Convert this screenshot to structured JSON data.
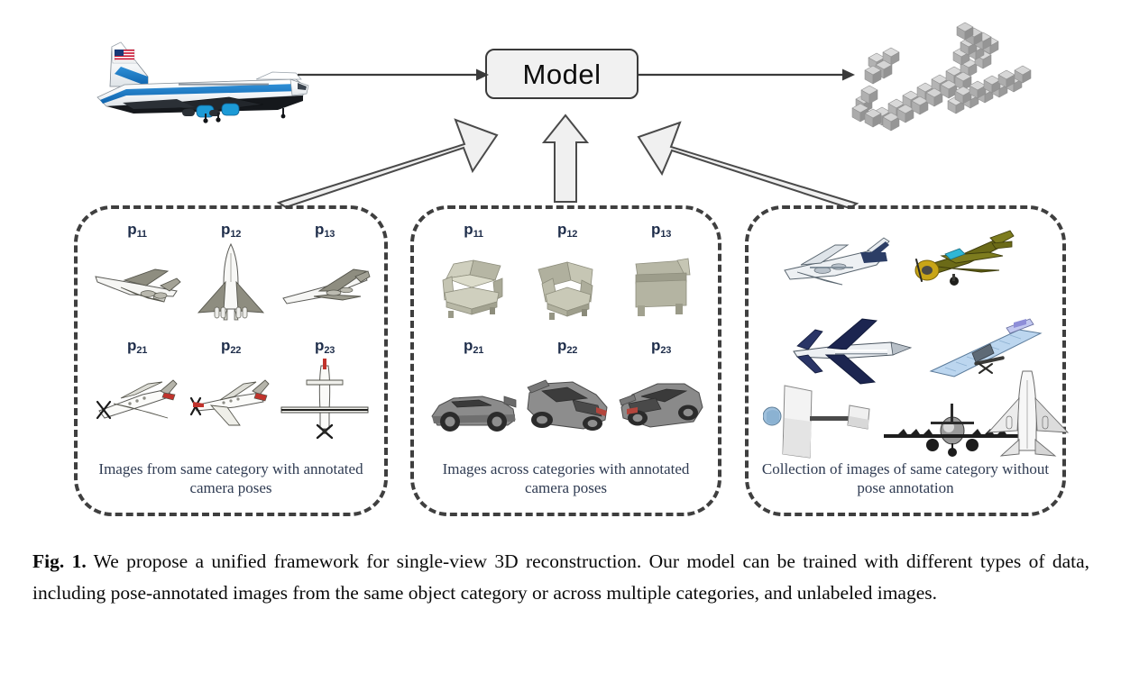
{
  "figure": {
    "model_box": {
      "label": "Model"
    },
    "input": {
      "name": "air-force-one-airplane-photo"
    },
    "output": {
      "name": "voxelized-3d-airplane-reconstruction"
    },
    "arrows": {
      "input_to_model": "arrow-right",
      "model_to_output": "arrow-right",
      "panel1_to_model": "block-arrow-up-right",
      "panel2_to_model": "block-arrow-up",
      "panel3_to_model": "block-arrow-up-left"
    },
    "panels": [
      {
        "id": "panel-1",
        "caption": "Images from same category with annotated camera poses",
        "pose_labels": [
          "p11",
          "p12",
          "p13",
          "p21",
          "p22",
          "p23"
        ],
        "pose_label_base": "p",
        "pose_label_subs": [
          "11",
          "12",
          "13",
          "21",
          "22",
          "23"
        ],
        "items": [
          {
            "name": "concorde-jet-three-quarter-view"
          },
          {
            "name": "concorde-jet-top-view"
          },
          {
            "name": "concorde-jet-rear-three-quarter-view"
          },
          {
            "name": "propeller-plane-three-quarter-view"
          },
          {
            "name": "propeller-plane-side-view"
          },
          {
            "name": "propeller-plane-top-view"
          }
        ]
      },
      {
        "id": "panel-2",
        "caption": "Images across categories with annotated camera poses",
        "pose_labels": [
          "p11",
          "p12",
          "p13",
          "p21",
          "p22",
          "p23"
        ],
        "pose_label_base": "p",
        "pose_label_subs": [
          "11",
          "12",
          "13",
          "21",
          "22",
          "23"
        ],
        "items": [
          {
            "name": "armchair-front-three-quarter-view"
          },
          {
            "name": "armchair-rear-three-quarter-view"
          },
          {
            "name": "armchair-side-view"
          },
          {
            "name": "sports-car-side-view"
          },
          {
            "name": "sports-car-front-three-quarter-view"
          },
          {
            "name": "sports-car-rear-three-quarter-view"
          }
        ]
      },
      {
        "id": "panel-3",
        "caption": "Collection of images of same category without pose annotation",
        "items": [
          {
            "name": "white-blue-airliner"
          },
          {
            "name": "olive-green-propeller-fighter"
          },
          {
            "name": "navy-blue-airliner-top-view"
          },
          {
            "name": "blue-wing-glider"
          },
          {
            "name": "white-fin-tail-section"
          },
          {
            "name": "airliner-front-view-dark"
          },
          {
            "name": "white-airliner-top-view"
          }
        ]
      }
    ]
  },
  "caption": {
    "label": "Fig. 1.",
    "text": " We propose a unified framework for single-view 3D reconstruction. Our model can be trained with different types of data, including pose-annotated images from the same object category or across multiple categories, and unlabeled images."
  },
  "colors": {
    "panel_border": "#3f3f3f",
    "model_fill": "#f1f1f1",
    "model_border": "#3a3a3a",
    "pose_label": "#1e2d4a",
    "panel_caption": "#2f3b52",
    "block_arrow_fill": "#f0f0f0",
    "block_arrow_stroke": "#4a4a4a",
    "caption_text": "#0a0a0a"
  }
}
